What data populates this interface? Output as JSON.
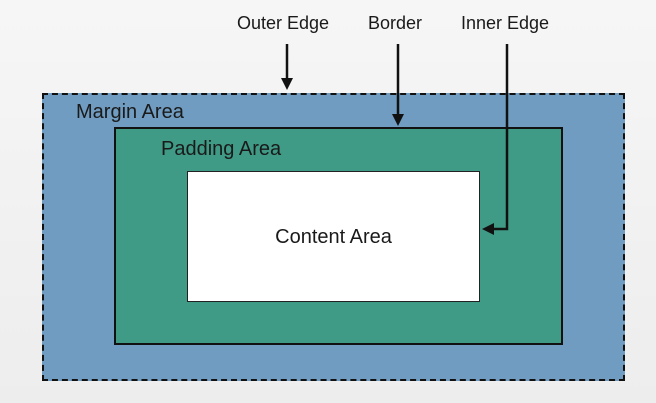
{
  "callouts": {
    "outer_edge": "Outer Edge",
    "border": "Border",
    "inner_edge": "Inner Edge"
  },
  "areas": {
    "margin": "Margin Area",
    "padding": "Padding Area",
    "content": "Content Area"
  },
  "colors": {
    "margin_fill": "#6f9cc0",
    "padding_fill": "#3f9a86",
    "content_fill": "#ffffff",
    "stroke": "#111111",
    "background": "#f1f1f1"
  }
}
